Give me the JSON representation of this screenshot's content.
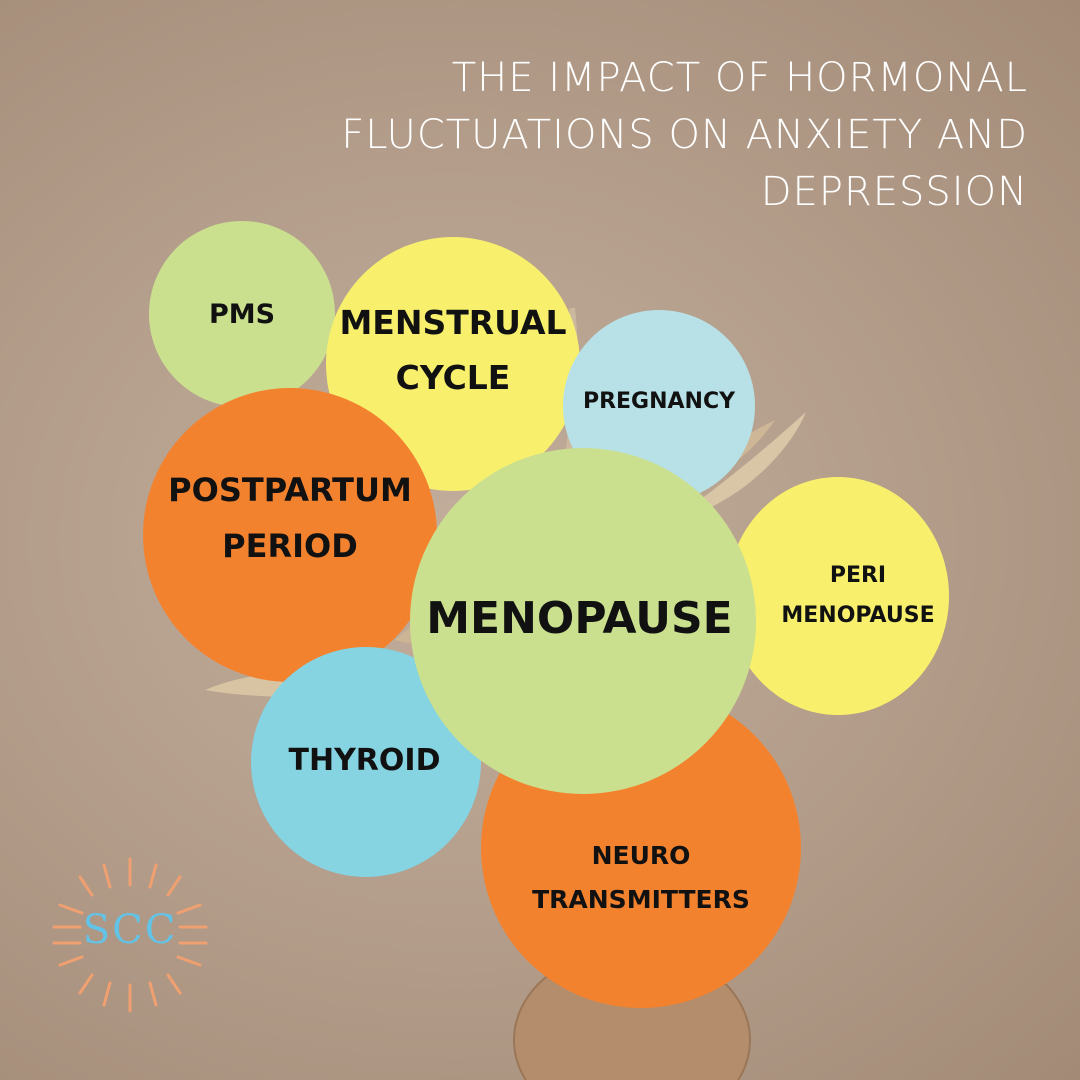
{
  "title": {
    "line1": "THE IMPACT OF HORMONAL",
    "line2": "FLUCTUATIONS ON ANXIETY AND",
    "line3": "DEPRESSION"
  },
  "bubbles": {
    "pms": {
      "line1": "PMS"
    },
    "menstrual_cycle": {
      "line1": "MENSTRUAL",
      "line2": "CYCLE"
    },
    "pregnancy": {
      "line1": "PREGNANCY"
    },
    "postpartum_period": {
      "line1": "POSTPARTUM",
      "line2": "PERIOD"
    },
    "menopause": {
      "line1": "MENOPAUSE"
    },
    "perimenopause": {
      "line1": "PERI",
      "line2": "MENOPAUSE"
    },
    "thyroid": {
      "line1": "THYROID"
    },
    "neurotransmitters": {
      "line1": "NEURO",
      "line2": "TRANSMITTERS"
    }
  },
  "logo": {
    "text": "SCC"
  },
  "colors": {
    "green": "#cbe08f",
    "yellow": "#f8f06d",
    "light_blue": "#b7e1e7",
    "orange": "#f3822f",
    "blue": "#86d3e1",
    "logo_rays": "#f0a070",
    "logo_text": "#62c3e6"
  }
}
